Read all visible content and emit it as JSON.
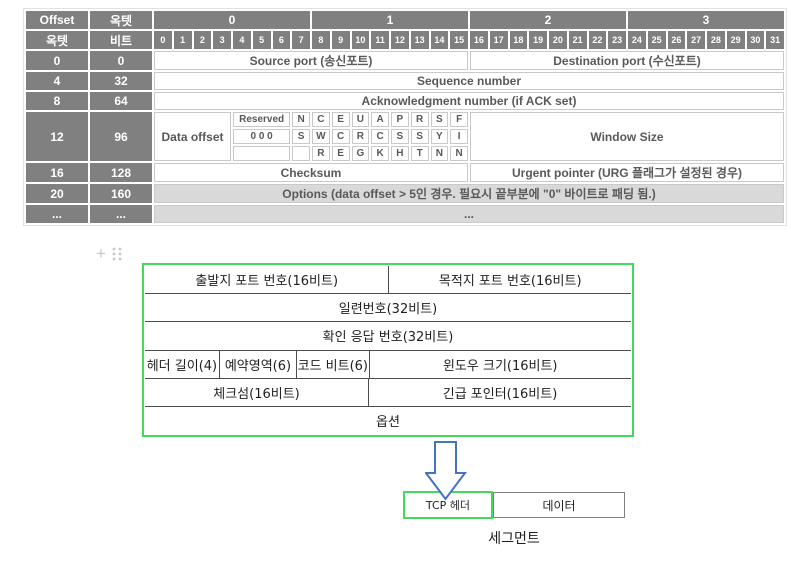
{
  "colors": {
    "header_gray": "#808080",
    "row_light_gray": "#d9d9d9",
    "body_text": "#595959",
    "green_border": "#42d95e",
    "arrow_blue": "#4472c4"
  },
  "table": {
    "corner": {
      "c1a": "Offset",
      "c1b": "옥텟",
      "c2a": "옥텟",
      "c2b": "비트"
    },
    "byte_groups": [
      "0",
      "1",
      "2",
      "3"
    ],
    "bits": [
      "0",
      "1",
      "2",
      "3",
      "4",
      "5",
      "6",
      "7",
      "8",
      "9",
      "10",
      "11",
      "12",
      "13",
      "14",
      "15",
      "16",
      "17",
      "18",
      "19",
      "20",
      "21",
      "22",
      "23",
      "24",
      "25",
      "26",
      "27",
      "28",
      "29",
      "30",
      "31"
    ],
    "row0": {
      "off": "0",
      "bit": "0",
      "left": "Source port (송신포트)",
      "right": "Destination port (수신포트)"
    },
    "row4": {
      "off": "4",
      "bit": "32",
      "full": "Sequence number"
    },
    "row8": {
      "off": "8",
      "bit": "64",
      "full": "Acknowledgment number (if ACK set)"
    },
    "row12": {
      "off": "12",
      "bit": "96",
      "data_offset": "Data offset",
      "reserved": "Reserved",
      "reserved_val": "0 0 0",
      "window": "Window Size",
      "flags1": [
        "N",
        "C",
        "E",
        "U",
        "A",
        "P",
        "R",
        "S",
        "F"
      ],
      "flags2": [
        "S",
        "W",
        "C",
        "R",
        "C",
        "S",
        "S",
        "Y",
        "I"
      ],
      "flags3": [
        "",
        "R",
        "E",
        "G",
        "K",
        "H",
        "T",
        "N",
        "N"
      ]
    },
    "row16": {
      "off": "16",
      "bit": "128",
      "left": "Checksum",
      "right": "Urgent pointer (URG 플래그가 설정된 경우)"
    },
    "row20": {
      "off": "20",
      "bit": "160",
      "full": "Options (data offset > 5인 경우. 필요시 끝부분에 \"0\" 바이트로 패딩 됨.)"
    },
    "rowdots": {
      "off": "...",
      "bit": "...",
      "full": "..."
    }
  },
  "drawing": {
    "row1_left": "출발지 포트 번호(16비트)",
    "row1_right": "목적지 포트 번호(16비트)",
    "row2": "일련번호(32비트)",
    "row3": "확인 응답 번호(32비트)",
    "row4_cells": [
      "헤더 길이(4)",
      "예약영역(6)",
      "코드 비트(6)",
      "윈도우 크기(16비트)"
    ],
    "row5_left": "체크섬(16비트)",
    "row5_right": "긴급 포인터(16비트)",
    "row6": "옵션",
    "tcp_header": "TCP 헤더",
    "data": "데이터",
    "segment_label": "세그먼트"
  }
}
